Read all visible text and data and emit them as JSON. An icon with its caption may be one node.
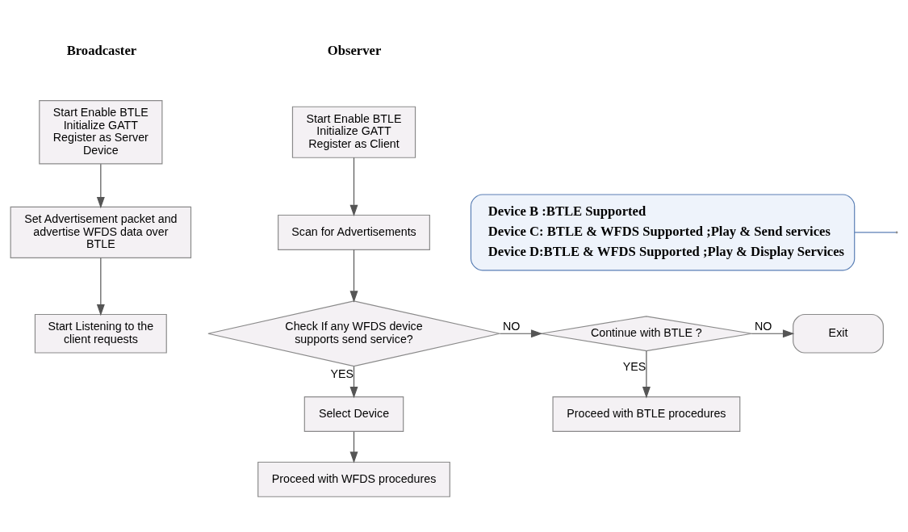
{
  "diagram": {
    "nodes": [
      {
        "text": [
          "Start Enable BTLE Initialize GATT Register as Server Device"
        ]
      },
      {
        "text": [
          "Set Advertisement packet and advertise WFDS data over BTLE"
        ]
      },
      {
        "text": [
          "Start Listening to the client requests"
        ]
      },
      {
        "text": [
          "Start Enable BTLE Initialize GATT Register as Client"
        ]
      },
      {
        "text": [
          "Scan for Advertisements"
        ]
      },
      {
        "text": [
          "Device B :BTLE Supported",
          "Device C: BTLE & WFDS Supported ;Play & Send services",
          "Device D:BTLE & WFDS Supported ;Play & Display Services"
        ]
      },
      {
        "text": [
          "Check If any WFDS device supports send service?"
        ]
      },
      {
        "text": [
          "Continue with BTLE ?"
        ]
      },
      {
        "text": [
          "Exit"
        ]
      },
      {
        "text": [
          "Select Device"
        ]
      },
      {
        "text": [
          "Proceed with WFDS procedures"
        ]
      },
      {
        "text": [
          "Proceed with BTLE procedures"
        ]
      }
    ],
    "edges": [
      {
        "from": 0,
        "to": 1,
        "arrow": "to"
      },
      {
        "from": 1,
        "to": 2,
        "arrow": "to"
      },
      {
        "from": 3,
        "to": 4,
        "arrow": "to"
      },
      {
        "from": 4,
        "to": 6,
        "arrow": "to"
      },
      {
        "from": 6,
        "to": 7,
        "arrow": "to",
        "label": "NO"
      },
      {
        "from": 7,
        "to": 8,
        "arrow": "to",
        "label": "NO"
      },
      {
        "from": 6,
        "to": 9,
        "arrow": "to",
        "label": "YES"
      },
      {
        "from": 7,
        "to": 11,
        "arrow": "to",
        "label": "YES"
      },
      {
        "from": 9,
        "to": 10,
        "arrow": "to"
      },
      {
        "from": 5,
        "to": null,
        "arrow": "none",
        "color": "#5a7fb5"
      }
    ],
    "labels": [
      "Broadcaster",
      "Observer"
    ]
  }
}
